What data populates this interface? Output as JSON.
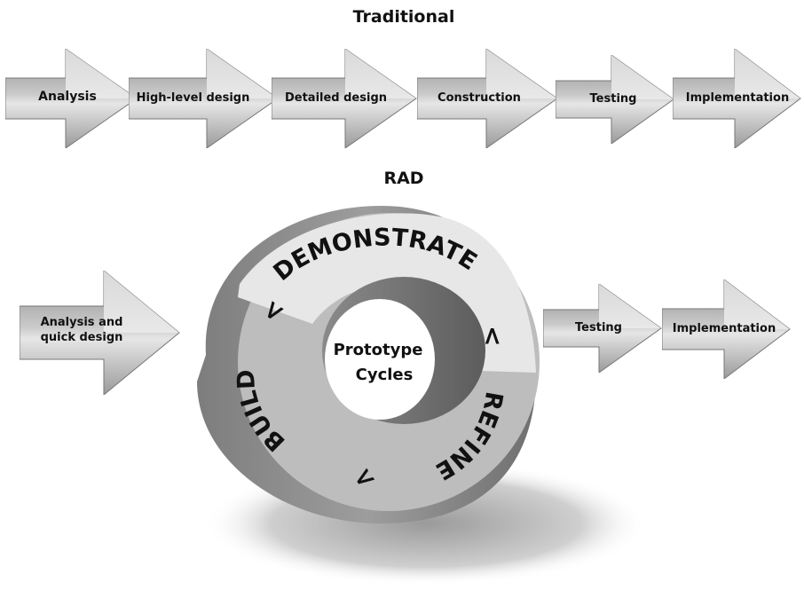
{
  "traditional": {
    "title": "Traditional",
    "steps": [
      "Analysis",
      "High-level design",
      "Detailed design",
      "Construction",
      "Testing",
      "Implementation"
    ]
  },
  "rad": {
    "title": "RAD",
    "pre_step_line1": "Analysis and",
    "pre_step_line2": "quick design",
    "cycle_center_line1": "Prototype",
    "cycle_center_line2": "Cycles",
    "cycle_phases": [
      "DEMONSTRATE",
      "REFINE",
      "BUILD"
    ],
    "post_steps": [
      "Testing",
      "Implementation"
    ]
  },
  "colors": {
    "arrow_light": "#e4e4e4",
    "arrow_dark": "#7a7a7a",
    "ring_top": "#e9e9e9",
    "ring_side": "#8c8c8c",
    "ring_face": "#bdbdbd"
  }
}
